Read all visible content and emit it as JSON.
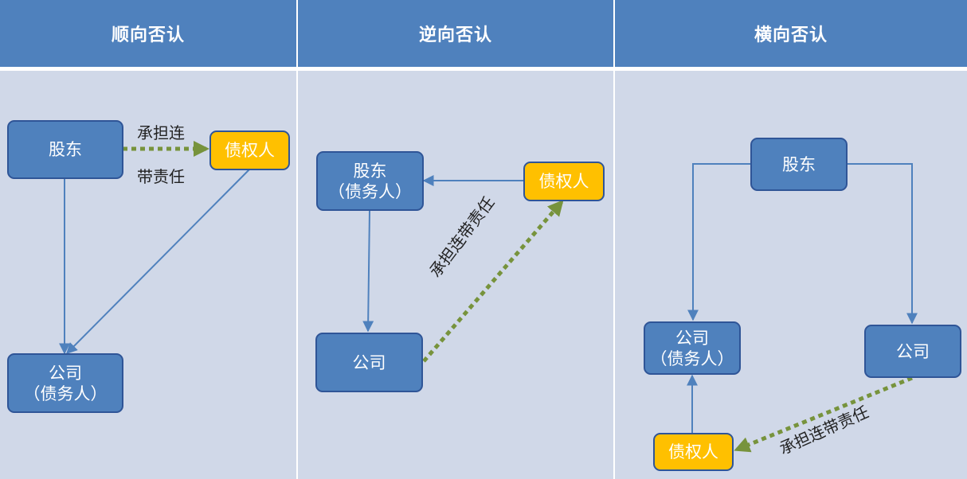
{
  "columns": [
    {
      "title": "顺向否认",
      "shareholder": "股东",
      "creditor": "债权人",
      "company_line1": "公司",
      "company_line2": "（债务人）",
      "liability_line1": "承担连",
      "liability_line2": "带责任"
    },
    {
      "title": "逆向否认",
      "shareholder_line1": "股东",
      "shareholder_line2": "（债务人）",
      "creditor": "债权人",
      "company": "公司",
      "liability": "承担连带责任"
    },
    {
      "title": "横向否认",
      "shareholder": "股东",
      "company_debtor_line1": "公司",
      "company_debtor_line2": "（债务人）",
      "company_other": "公司",
      "creditor": "债权人",
      "liability": "承担连带责任"
    }
  ],
  "colors": {
    "header": "#4f81bd",
    "panel": "#d0d8e8",
    "entity_box": "#4f81bd",
    "creditor_box": "#ffc000",
    "solid_arrow": "#4f81bd",
    "liability_arrow": "#77933c"
  }
}
